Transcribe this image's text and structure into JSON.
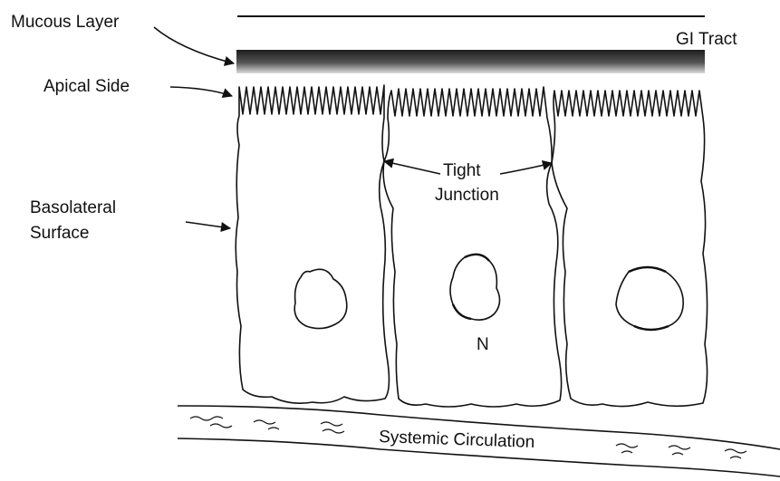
{
  "labels": {
    "mucous_layer": "Mucous Layer",
    "gi_tract": "GI Tract",
    "apical_side": "Apical Side",
    "basolateral_line1": "Basolateral",
    "basolateral_line2": "Surface",
    "tight_line1": "Tight",
    "tight_line2": "Junction",
    "nucleus": "N",
    "systemic_circulation": "Systemic Circulation"
  },
  "colors": {
    "ink": "#111111",
    "mucous_dark": "#2a2a2a",
    "mucous_light": "#d8d8d8",
    "background": "#ffffff"
  }
}
